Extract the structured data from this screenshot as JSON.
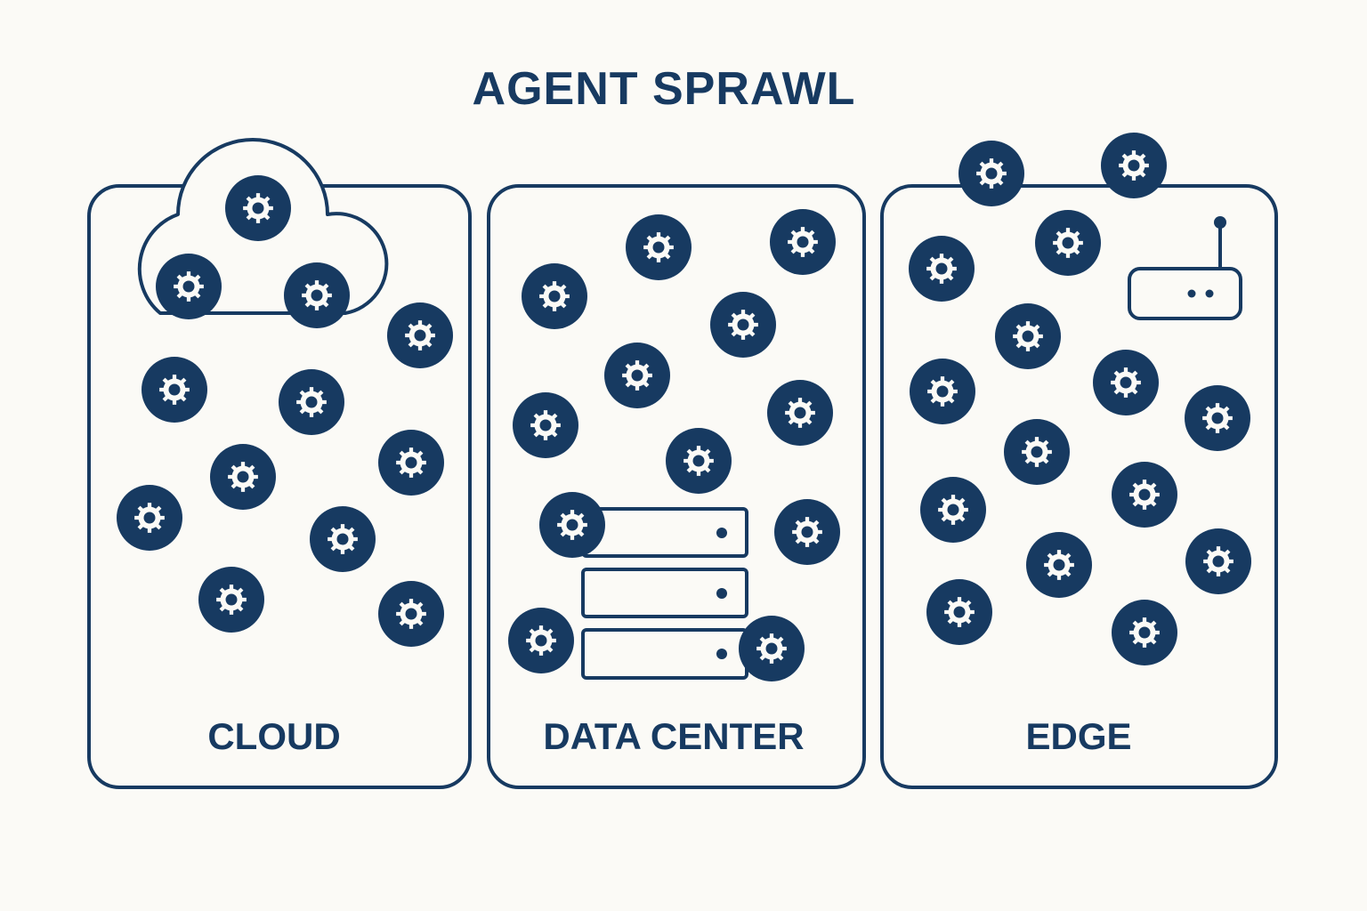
{
  "title": "AGENT SPRAWL",
  "colors": {
    "ink": "#173a61",
    "background": "#fbfaf6",
    "stroke": "#173a61"
  },
  "panels": [
    {
      "id": "cloud",
      "label": "CLOUD",
      "icon": "cloud-icon"
    },
    {
      "id": "data-center",
      "label": "DATA CENTER",
      "icon": "server-rack-icon"
    },
    {
      "id": "edge",
      "label": "EDGE",
      "icon": "router-icon"
    }
  ],
  "agent_icon": "gear-icon"
}
